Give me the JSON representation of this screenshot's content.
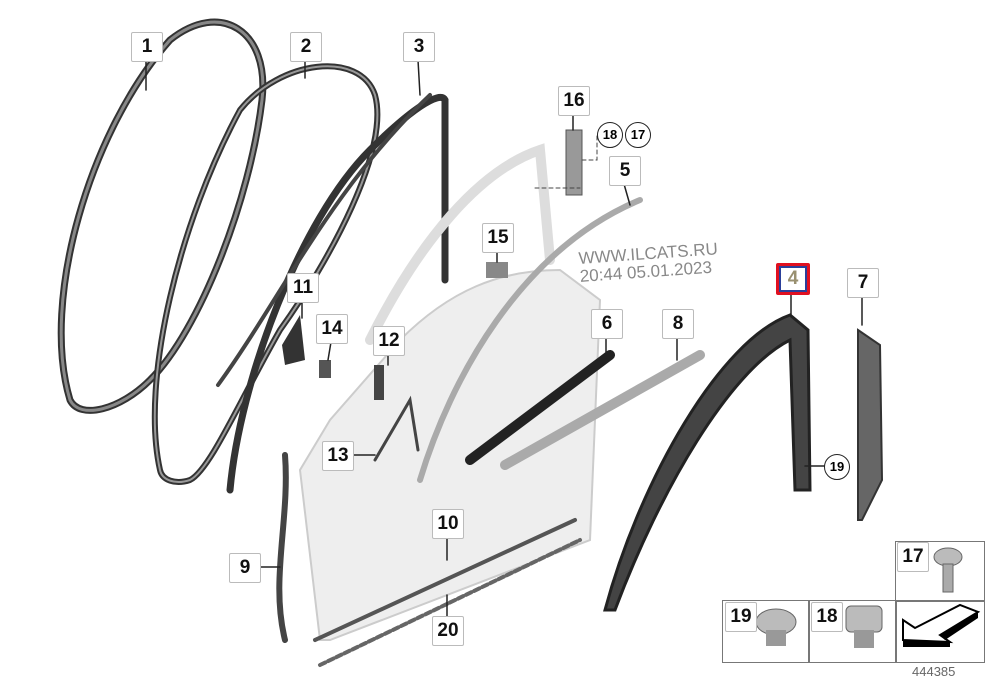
{
  "diagram": {
    "watermark": {
      "site": "WWW.ILCATS.RU",
      "timestamp": "20:44 05.01.2023"
    },
    "selected_part": "4",
    "highlight_color": "#e01020",
    "reference_number": "444385",
    "callouts": [
      "1",
      "2",
      "3",
      "4",
      "5",
      "6",
      "7",
      "8",
      "9",
      "10",
      "11",
      "12",
      "13",
      "14",
      "15",
      "16",
      "17",
      "18",
      "19",
      "20"
    ],
    "circle_callouts": {
      "a": "18",
      "b": "17",
      "c": "19"
    },
    "legend": {
      "screw": "17",
      "clip_a": "19",
      "clip_b": "18"
    }
  }
}
